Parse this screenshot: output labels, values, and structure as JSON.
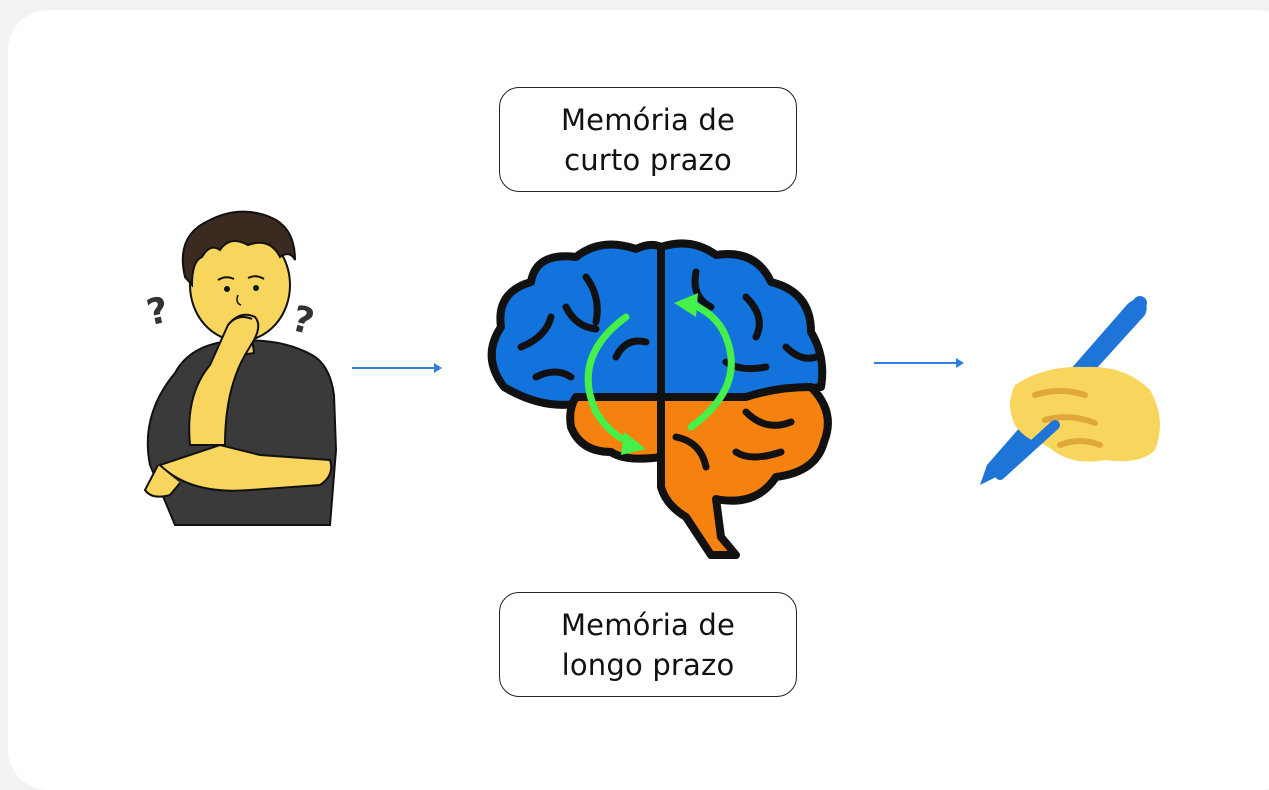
{
  "labels": {
    "short_term": {
      "line1": "Memória de",
      "line2": "curto prazo"
    },
    "long_term": {
      "line1": "Memória de",
      "line2": "longo prazo"
    }
  },
  "icons": {
    "person": "thinking-person-icon",
    "brain": "brain-icon",
    "cycle": "cycle-arrows-icon",
    "writing": "writing-hand-icon",
    "arrow": "arrow-right-icon"
  },
  "colors": {
    "brain_top": "#1273dd",
    "brain_bottom": "#f5820f",
    "cycle_arrows": "#44f049",
    "skin": "#f8d55c",
    "shirt": "#3a3a3a",
    "hair": "#3a2a1f",
    "arrow": "#2f7fe0",
    "pen": "#1f74d8"
  }
}
